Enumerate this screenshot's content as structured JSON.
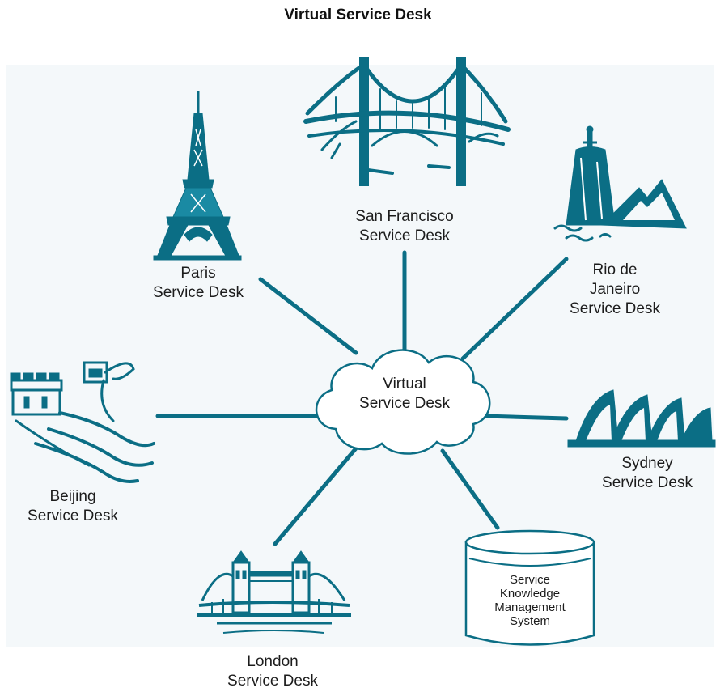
{
  "title": "Virtual Service Desk",
  "colors": {
    "teal": "#0b6e85",
    "accent": "#1a8aa3",
    "panel": "#f4f8fa"
  },
  "hub": {
    "line1": "Virtual",
    "line2": "Service Desk"
  },
  "nodes": {
    "paris": {
      "line1": "Paris",
      "line2": "Service Desk",
      "icon": "eiffel-tower-icon"
    },
    "san_francisco": {
      "line1": "San Francisco",
      "line2": "Service Desk",
      "icon": "golden-gate-bridge-icon"
    },
    "rio": {
      "line1": "Rio de",
      "line2": "Janeiro",
      "line3": "Service Desk",
      "icon": "christ-the-redeemer-icon"
    },
    "beijing": {
      "line1": "Beijing",
      "line2": "Service Desk",
      "icon": "great-wall-icon"
    },
    "sydney": {
      "line1": "Sydney",
      "line2": "Service Desk",
      "icon": "sydney-opera-house-icon"
    },
    "london": {
      "line1": "London",
      "line2": "Service Desk",
      "icon": "tower-bridge-icon"
    },
    "knowledge": {
      "line1": "Service",
      "line2": "Knowledge",
      "line3": "Management",
      "line4": "System",
      "icon": "database-cylinder-icon"
    }
  }
}
